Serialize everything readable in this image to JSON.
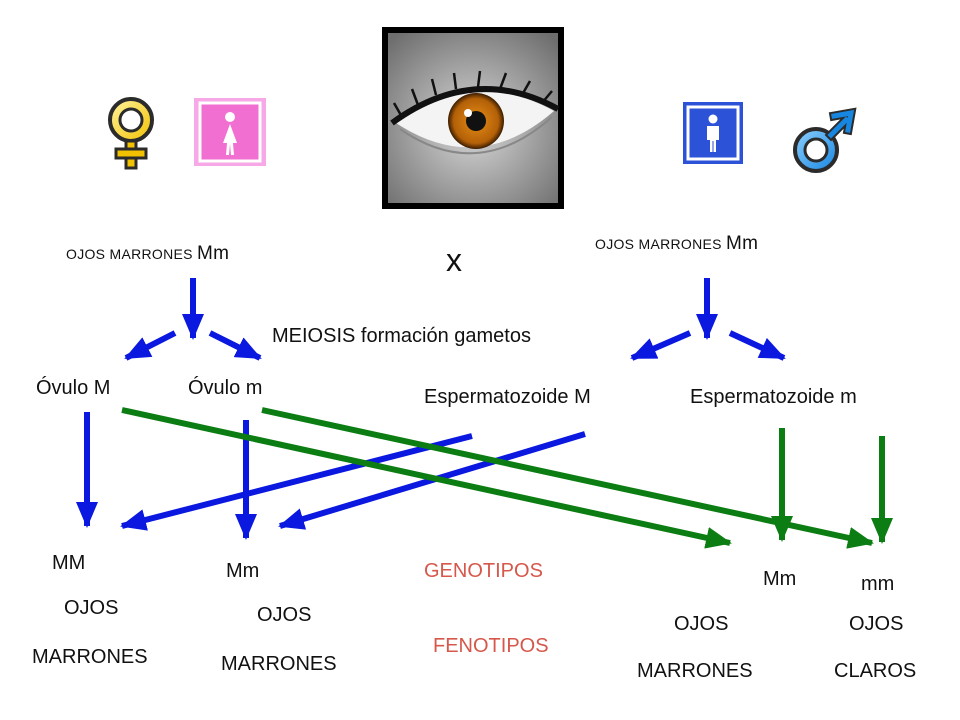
{
  "cross": "x",
  "parents": {
    "mother": {
      "label": "OJOS MARRONES",
      "genotype": "Mm"
    },
    "father": {
      "label": "OJOS MARRONES",
      "genotype": "Mm"
    }
  },
  "meiosis": "MEIOSIS formación gametos",
  "gametes": {
    "ovulo_M": "Óvulo M",
    "ovulo_m": "Óvulo m",
    "esperma_M": "Espermatozoide M",
    "esperma_m": "Espermatozoide m"
  },
  "offspring": [
    {
      "genotype": "MM",
      "fenotipo_1": "OJOS",
      "fenotipo_2": "MARRONES"
    },
    {
      "genotype": "Mm",
      "fenotipo_1": "OJOS",
      "fenotipo_2": "MARRONES"
    },
    {
      "genotype": "Mm",
      "fenotipo_1": "OJOS",
      "fenotipo_2": "MARRONES"
    },
    {
      "genotype": "mm",
      "fenotipo_1": "OJOS",
      "fenotipo_2": "CLAROS"
    }
  ],
  "legend": {
    "genotipos": "GENOTIPOS",
    "fenotipos": "FENOTIPOS"
  },
  "colors": {
    "blue": "#0a18e0",
    "green": "#0c7d12",
    "female": "#f06fd0",
    "male_box": "#2c52d8",
    "red_text": "#d6584b"
  },
  "icons": [
    "female-symbol-icon",
    "woman-restroom-icon",
    "eye-photo",
    "man-restroom-icon",
    "male-symbol-icon"
  ]
}
